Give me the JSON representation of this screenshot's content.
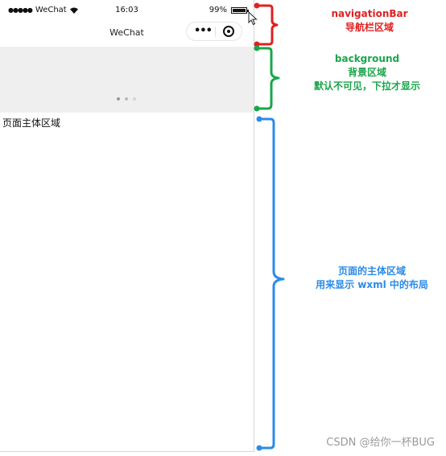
{
  "status_bar": {
    "carrier": "WeChat",
    "time": "16:03",
    "battery_text": "99%",
    "battery_level": 0.99
  },
  "navbar": {
    "title": "WeChat",
    "more_icon": "more-dots-icon",
    "close_icon": "circle-close-icon"
  },
  "main": {
    "text": "页面主体区域"
  },
  "annotations": {
    "navigation_title": "navigationBar",
    "navigation_desc": "导航栏区域",
    "background_title": "background",
    "background_desc1": "背景区域",
    "background_desc2": "默认不可见，下拉才显示",
    "page_desc1": "页面的主体区域",
    "page_desc2": "用来显示 wxml 中的布局"
  },
  "watermark": "CSDN @给你一杯BUG",
  "colors": {
    "red": "#e02020",
    "green": "#1aa64a",
    "blue": "#2b8be8",
    "background_area": "#efefef"
  }
}
